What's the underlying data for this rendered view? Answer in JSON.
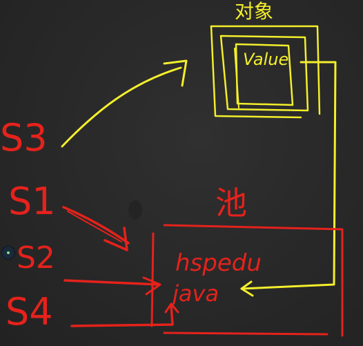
{
  "board": {
    "colors": {
      "background": "#2a2a2a",
      "yellow_chalk": "#f4ef2c",
      "red_chalk": "#e5221c"
    },
    "labels": {
      "object_header": "对象",
      "value_field": "Value",
      "pool_title": "池",
      "pool_string_1": "hspedu",
      "pool_string_2": "java",
      "ref_s1": "S1",
      "ref_s2": "S2",
      "ref_s3": "S3",
      "ref_s4": "S4"
    },
    "cursor_icon": "cursor-dot-icon"
  }
}
